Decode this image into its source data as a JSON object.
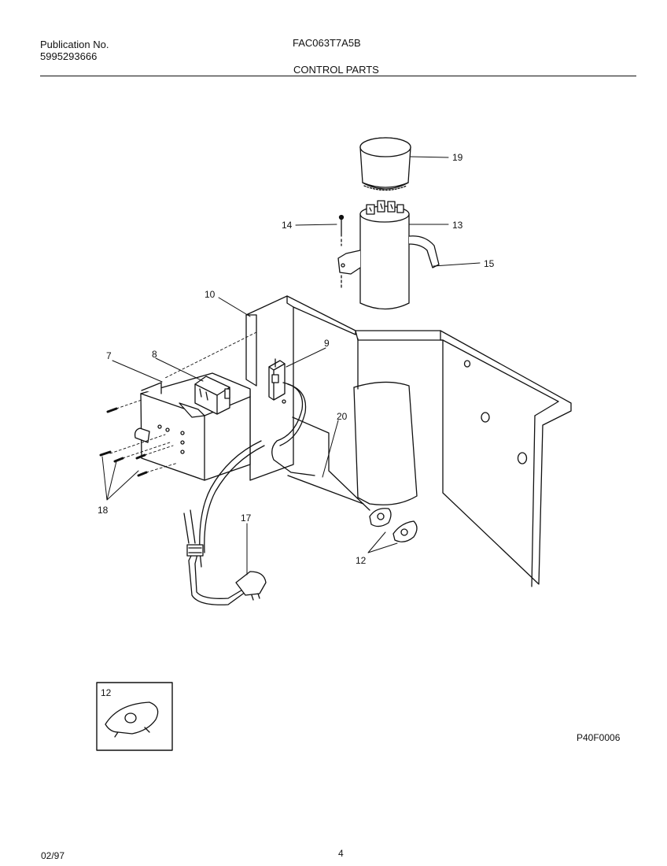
{
  "header": {
    "publication_label": "Publication No.",
    "publication_number": "5995293666",
    "model": "FAC063T7A5B",
    "section": "CONTROL PARTS"
  },
  "callouts": {
    "c7": "7",
    "c8": "8",
    "c9": "9",
    "c10": "10",
    "c12a": "12",
    "c12b": "12",
    "c13": "13",
    "c14": "14",
    "c15": "15",
    "c17": "17",
    "c18": "18",
    "c19": "19",
    "c20": "20"
  },
  "figure_code": "P40F0006",
  "footer": {
    "date": "02/97",
    "page": "4"
  }
}
